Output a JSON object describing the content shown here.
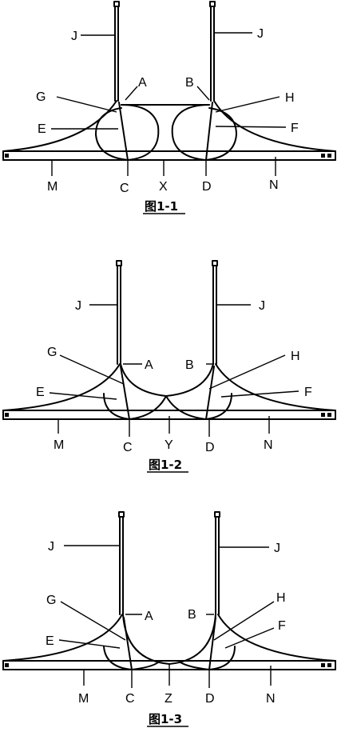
{
  "figures": [
    {
      "caption": "图1-1",
      "labels": {
        "J_left": "J",
        "J_right": "J",
        "A": "A",
        "B": "B",
        "G": "G",
        "H": "H",
        "E": "E",
        "F": "F",
        "M": "M",
        "C": "C",
        "center": "X",
        "D": "D",
        "N": "N"
      }
    },
    {
      "caption": "图1-2",
      "labels": {
        "J_left": "J",
        "J_right": "J",
        "A": "A",
        "B": "B",
        "G": "G",
        "H": "H",
        "E": "E",
        "F": "F",
        "M": "M",
        "C": "C",
        "center": "Y",
        "D": "D",
        "N": "N"
      }
    },
    {
      "caption": "图1-3",
      "labels": {
        "J_left": "J",
        "J_right": "J",
        "A": "A",
        "B": "B",
        "G": "G",
        "H": "H",
        "E": "E",
        "F": "F",
        "M": "M",
        "C": "C",
        "center": "Z",
        "D": "D",
        "N": "N"
      }
    }
  ]
}
